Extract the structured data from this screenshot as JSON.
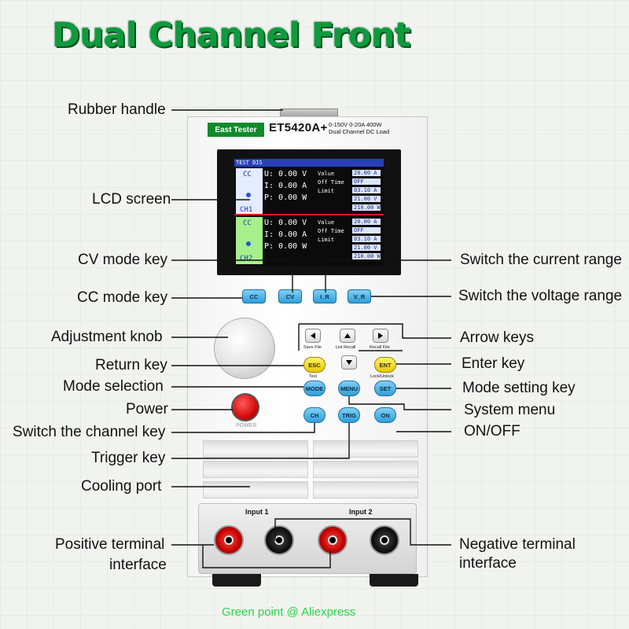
{
  "title": "Dual Channel Front",
  "device": {
    "brand": "East Tester",
    "model": "ET5420A+",
    "spec_line1": "0-150V 0-20A 400W",
    "spec_line2": "Dual Channel DC Load",
    "power_label": "POWER",
    "input1_label": "Input 1",
    "input2_label": "Input 2"
  },
  "lcd": {
    "header": "TEST DIS",
    "channels": [
      {
        "mode": "CC",
        "name": "CH1",
        "u": "U:  0.00 V",
        "i": "I:  0.00 A",
        "p": "P:  0.00 W",
        "labels": [
          "Value",
          "Off Time",
          "Limit"
        ],
        "values": [
          "20.00 A",
          "OFF",
          "03.10 A",
          "21.00 V",
          "210.00 W"
        ]
      },
      {
        "mode": "CC",
        "name": "CH2",
        "u": "U:  0.00 V",
        "i": "I:  0.00 A",
        "p": "P:  0.00 W",
        "labels": [
          "Value",
          "Off Time",
          "Limit"
        ],
        "values": [
          "20.00 A",
          "OFF",
          "03.10 A",
          "21.00 V",
          "210.00 W"
        ]
      }
    ]
  },
  "keys": {
    "cc": "CC",
    "cv": "CV",
    "i_r": "I_R",
    "v_r": "V_R",
    "esc": "ESC",
    "esc_sub": "Test",
    "ent": "ENT",
    "ent_sub": "Lock/Unlock",
    "mode": "MODE",
    "menu": "MENU",
    "set": "SET",
    "ch": "CH",
    "trig": "TRIG",
    "on": "ON",
    "left_sub": "Save File",
    "up_sub": "List Recall",
    "right_sub": "Recall File"
  },
  "callouts_left": {
    "rubber_handle": "Rubber handle",
    "lcd_screen": "LCD screen",
    "cv_mode_key": "CV mode key",
    "cc_mode_key": "CC mode key",
    "adjustment_knob": "Adjustment knob",
    "return_key": "Return key",
    "mode_selection": "Mode selection",
    "power": "Power",
    "switch_channel_key": "Switch the channel key",
    "trigger_key": "Trigger key",
    "cooling_port": "Cooling port",
    "positive_terminal_1": "Positive terminal",
    "positive_terminal_2": "interface"
  },
  "callouts_right": {
    "switch_current_range": "Switch the current range",
    "switch_voltage_range": "Switch the voltage range",
    "arrow_keys": "Arrow keys",
    "enter_key": "Enter key",
    "mode_setting_key": "Mode setting key",
    "system_menu": "System menu",
    "on_off": "ON/OFF",
    "negative_terminal_1": "Negative terminal",
    "negative_terminal_2": "interface"
  },
  "footer": "Green point @ Aliexpress",
  "colors": {
    "title_green": "#0f9a3e",
    "footer_green": "#2bd34a",
    "key_blue": "#2f9fd8",
    "key_yellow": "#e6c800",
    "lcd_header_blue": "#2840b8",
    "terminal_red": "#c10000"
  }
}
